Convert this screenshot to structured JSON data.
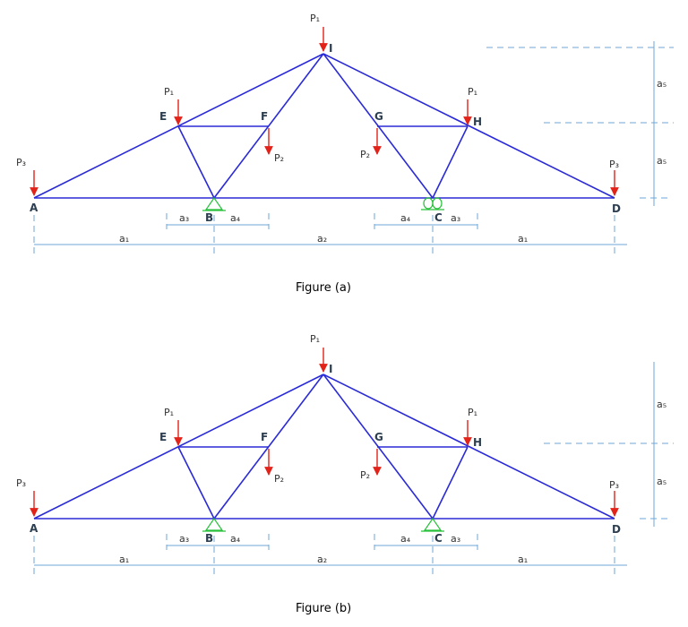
{
  "figures": [
    {
      "caption": "Figure (a)",
      "support_b": "pin",
      "support_c": "roller"
    },
    {
      "caption": "Figure (b)",
      "support_b": "pin",
      "support_c": "pin"
    }
  ],
  "nodes": {
    "A": "A",
    "B": "B",
    "C": "C",
    "D": "D",
    "E": "E",
    "F": "F",
    "G": "G",
    "H": "H",
    "I": "I"
  },
  "loads": {
    "P1": "P₁",
    "P2": "P₂",
    "P3": "P₃"
  },
  "dimensions": {
    "a1": "a₁",
    "a2": "a₂",
    "a3": "a₃",
    "a4": "a₄",
    "a5": "a₅"
  },
  "colors": {
    "members": "#2a2ad6",
    "loads": "#e2231a",
    "dimension_lines": "#6fa7d8",
    "supports": "#27c03a"
  }
}
